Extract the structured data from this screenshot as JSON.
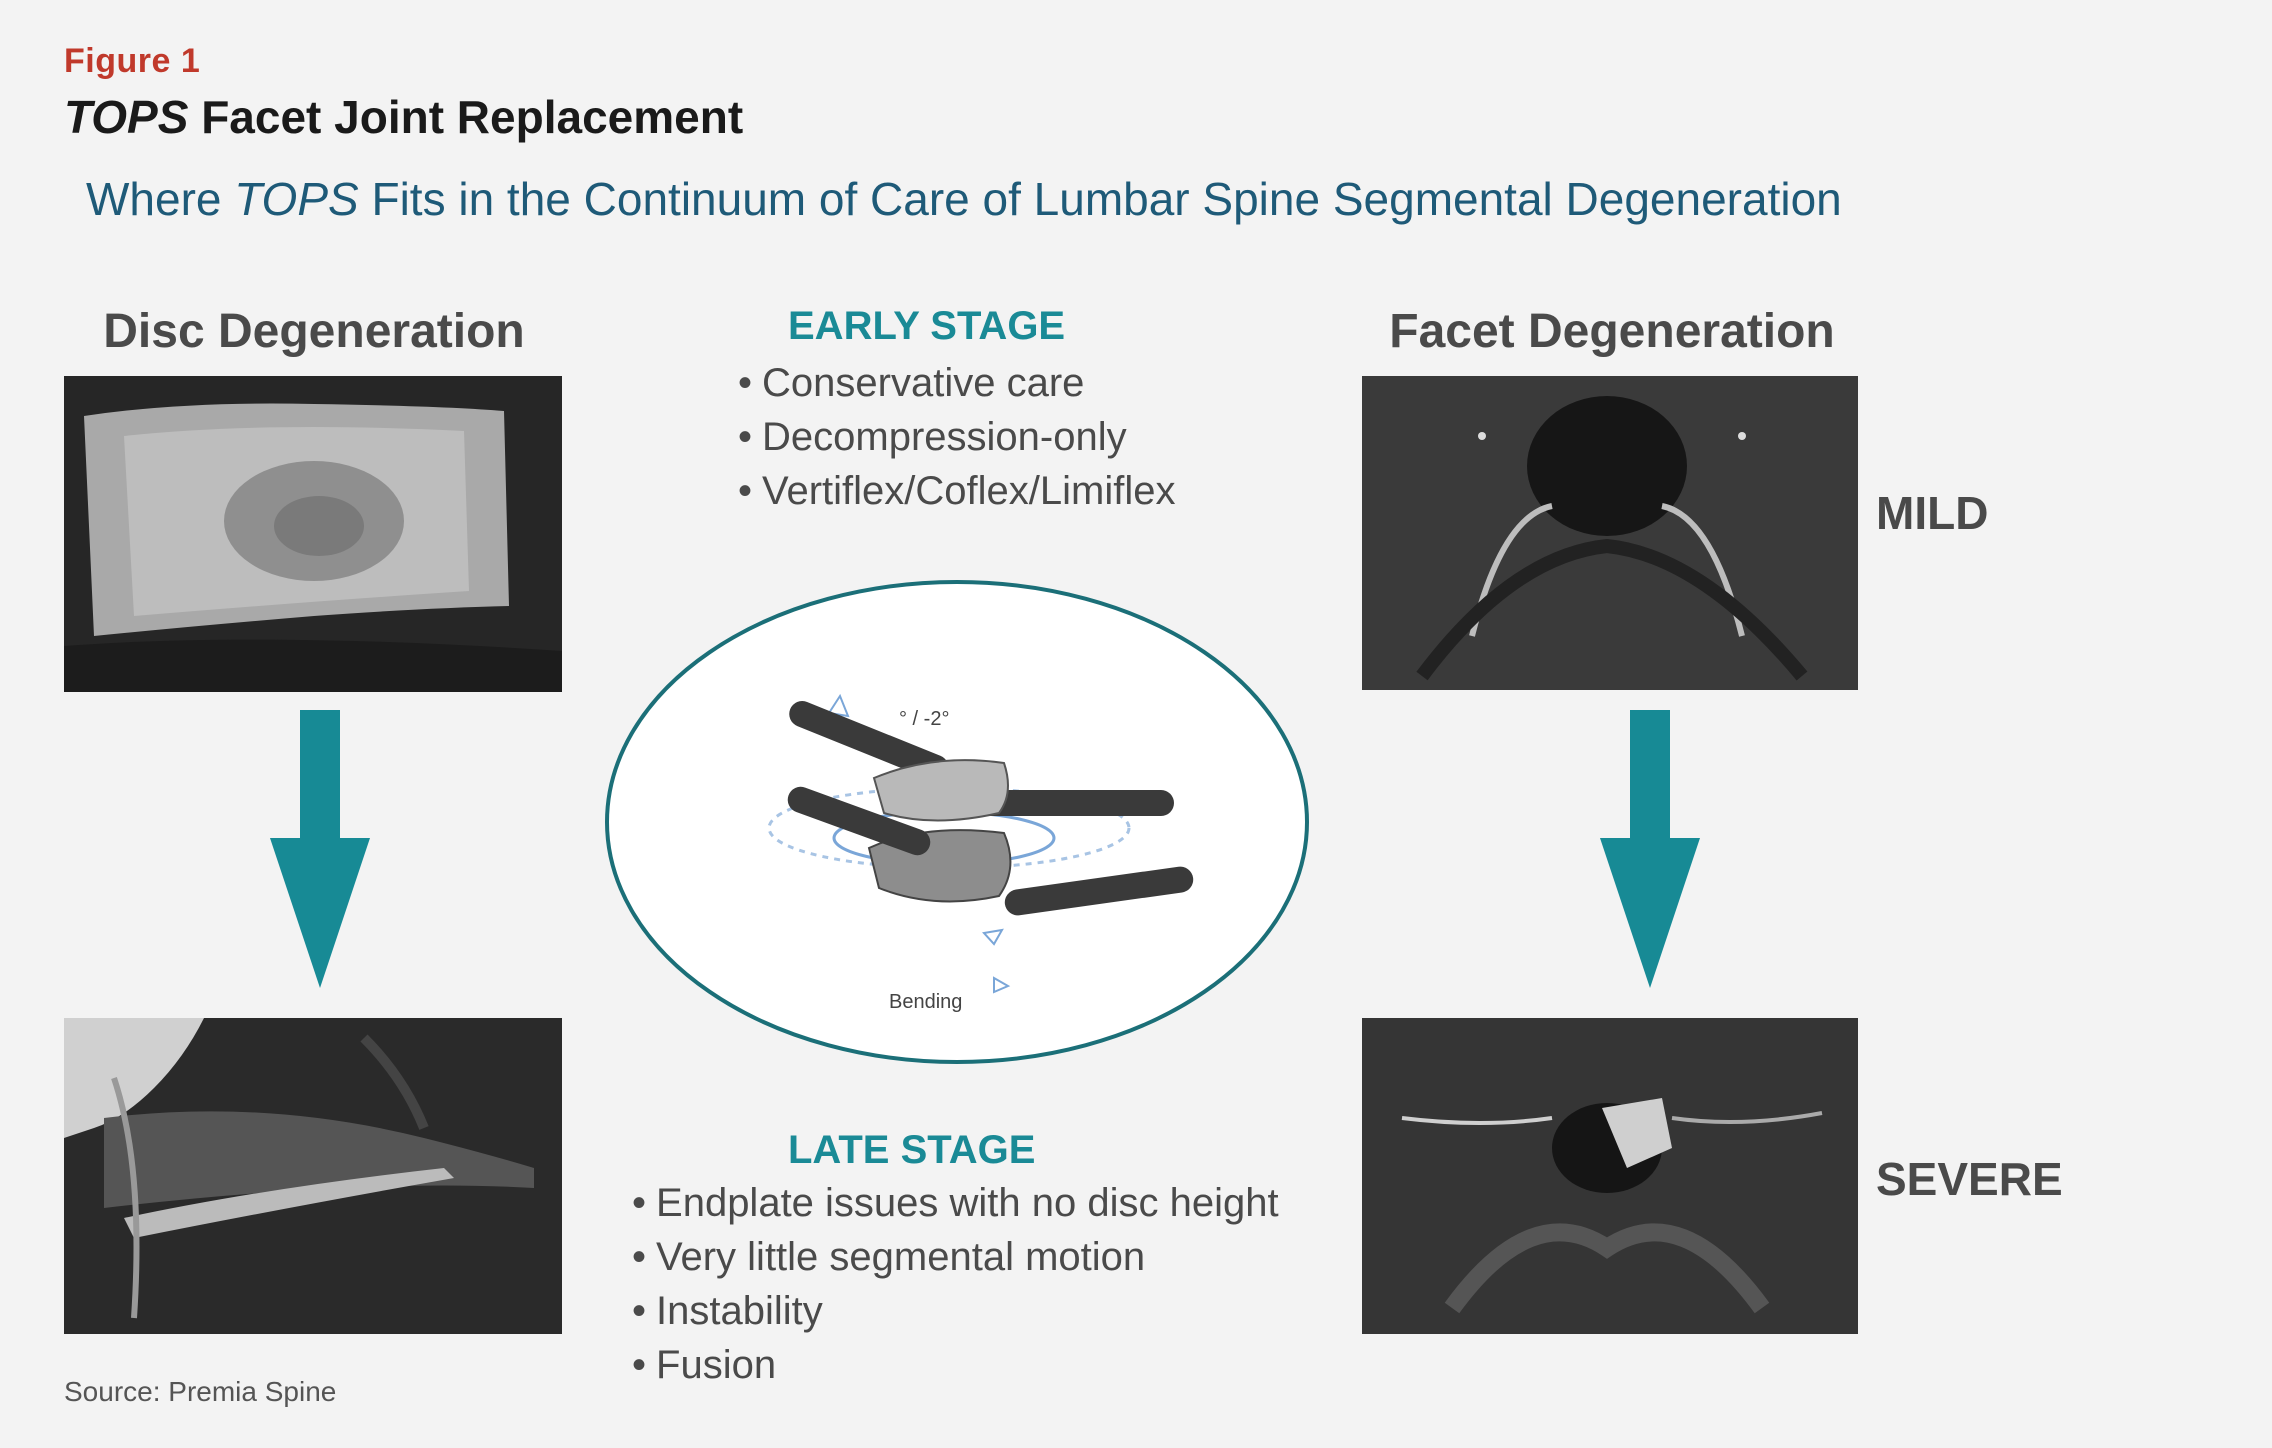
{
  "figure": {
    "label": "Figure 1",
    "title_italic": "TOPS",
    "title_rest": " Facet Joint Replacement",
    "subtitle_pre": "Where ",
    "subtitle_italic": "TOPS",
    "subtitle_post": " Fits in the Continuum of Care of Lumbar Spine Segmental Degeneration"
  },
  "left_column": {
    "heading": "Disc Degeneration"
  },
  "right_column": {
    "heading": "Facet Degeneration",
    "mild_label": "MILD",
    "severe_label": "SEVERE"
  },
  "early_stage": {
    "heading": "EARLY STAGE",
    "items": [
      "Conservative care",
      "Decompression-only",
      "Vertiflex/Coflex/Limiflex"
    ]
  },
  "late_stage": {
    "heading": "LATE STAGE",
    "items": [
      "Endplate issues with no disc height",
      "Very little segmental motion",
      "Instability",
      "Fusion"
    ]
  },
  "device_image": {
    "angle_label": "° / -2°",
    "bending_label": "Bending"
  },
  "source": "Source: Premia Spine",
  "colors": {
    "figure_label": "#c0392b",
    "subtitle": "#1e5a78",
    "stage_heading": "#1a8a96",
    "arrow": "#178a95",
    "ellipse_border": "#1b6f78"
  }
}
